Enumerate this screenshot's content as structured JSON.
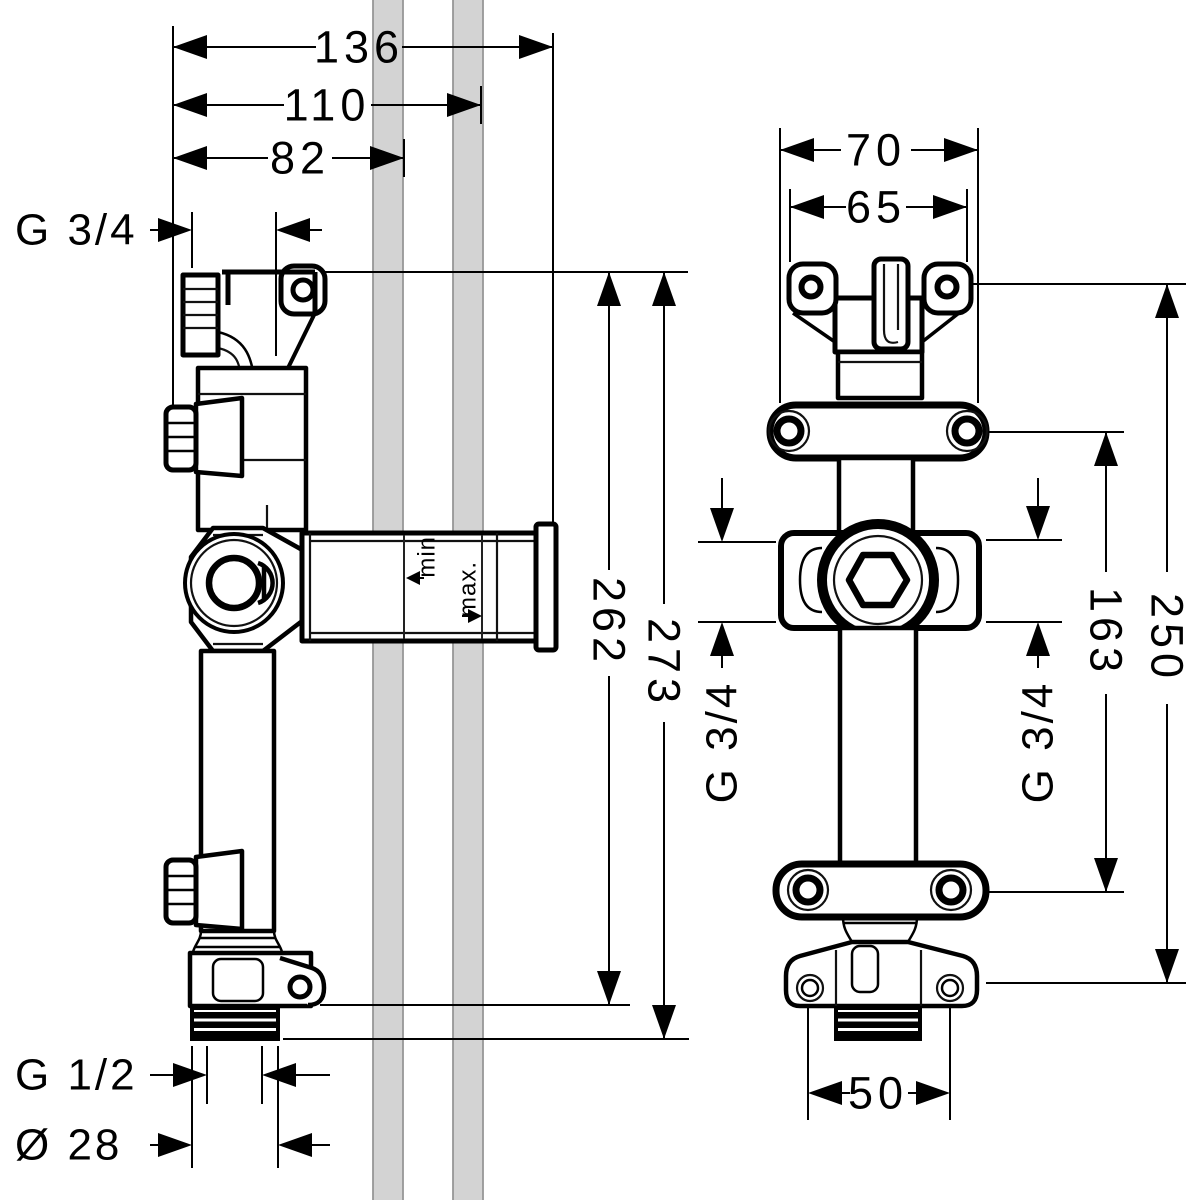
{
  "drawing": {
    "type": "installation technical drawing, two orthographic views",
    "colors": {
      "line": "#000000",
      "wall_band": "#d3d3d3",
      "wall_edge": "#979797",
      "background": "#ffffff"
    }
  },
  "left_view": {
    "name": "side view",
    "dims": {
      "overall_width": "136",
      "wall_max_width": "110",
      "wall_min_width": "82",
      "top_thread": "G 3/4",
      "bracket_height": "262",
      "overall_height": "273",
      "bottom_thread": "G 1/2",
      "bottom_diameter": "Ø 28",
      "wall_min_label": "min.",
      "wall_max_label": "max."
    }
  },
  "right_view": {
    "name": "front view",
    "dims": {
      "bracket_width": "70",
      "top_bracket_width": "65",
      "overall_height": "250",
      "bracket_spacing": "163",
      "side_thread_left": "G 3/4",
      "side_thread_right": "G 3/4",
      "hole_spacing": "50"
    }
  }
}
